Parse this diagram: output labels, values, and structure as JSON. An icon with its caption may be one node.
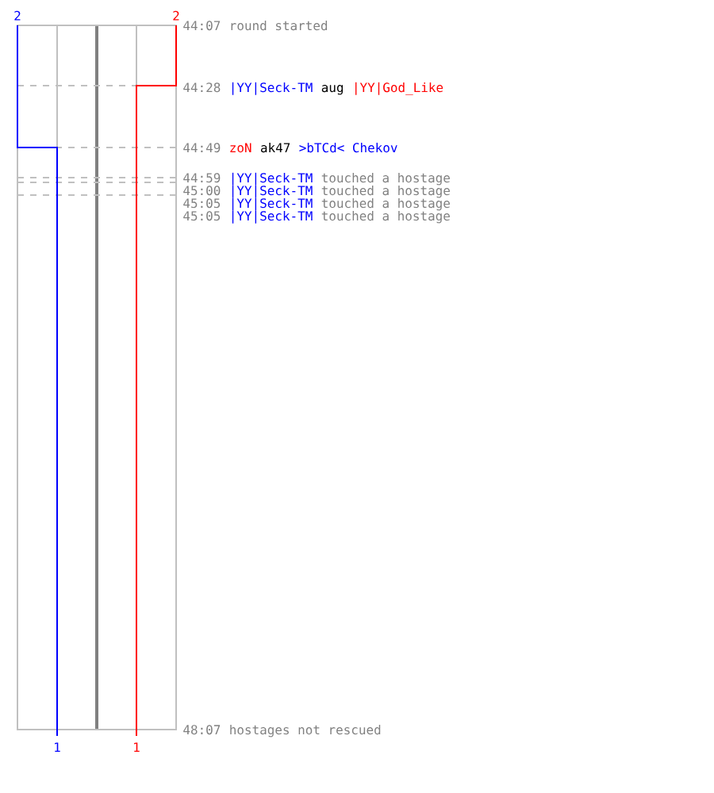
{
  "diagram": {
    "labels": [
      "2",
      "2",
      "44:07",
      "round started",
      "44:28",
      "|YY|Seck-TM",
      "aug",
      "|YY|God_Like",
      "44:49",
      "zoN",
      "ak47",
      ">bTCd< Chekov",
      "44:59",
      "|YY|Seck-TM",
      "touched a hostage",
      "45:00",
      "|YY|Seck-TM",
      "touched a hostage",
      "45:05",
      "|YY|Seck-TM",
      "touched a hostage",
      "45:05",
      "|YY|Seck-TM",
      "touched a hostage",
      "48:07",
      "hostages not rescued",
      "1",
      "1"
    ]
  }
}
